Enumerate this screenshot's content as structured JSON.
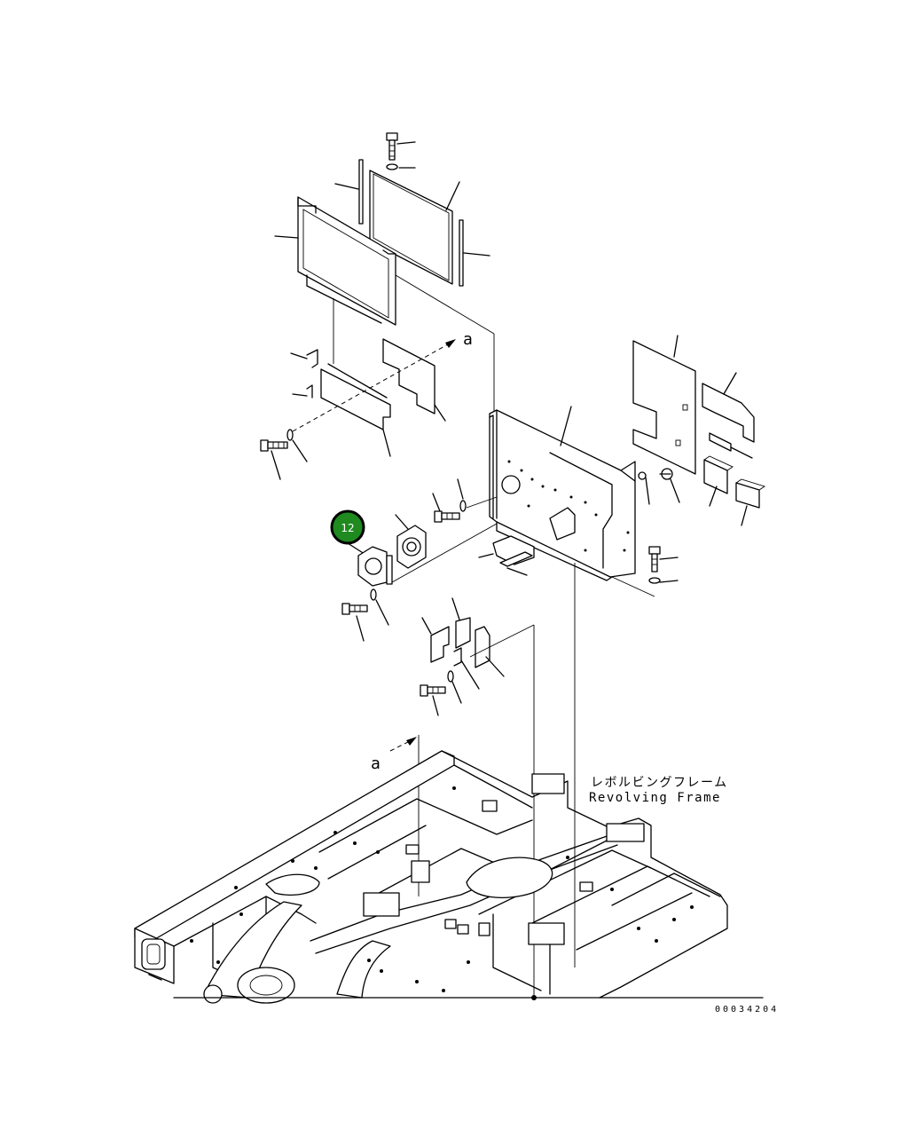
{
  "diagram": {
    "callout": {
      "number": "12",
      "color": "#1f8a1f"
    },
    "view_marker_top": "a",
    "view_marker_bottom": "a",
    "frame_label_jp": "レボルビングフレーム",
    "frame_label_en": "Revolving Frame",
    "drawing_number": "00034204"
  }
}
